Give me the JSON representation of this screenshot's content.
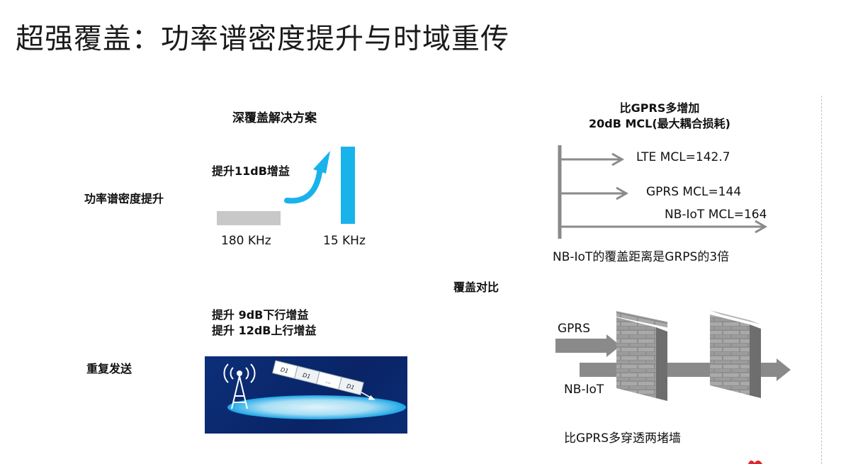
{
  "title": "超强覆盖：功率谱密度提升与时域重传",
  "left": {
    "psd_label": "功率谱密度提升",
    "deep_coverage_title": "深覆盖解决方案",
    "gain_label": "提升11dB增益",
    "bar_180": "180 KHz",
    "bar_15": "15 KHz",
    "repeat_label": "重复发送",
    "repeat_gain_1": "提升 9dB下行增益",
    "repeat_gain_2": "提升 12dB上行增益",
    "packets": [
      "D1",
      "D1",
      "...",
      "D1"
    ]
  },
  "right": {
    "mcl_title_1": "比GPRS多增加",
    "mcl_title_2": "20dB MCL(最大耦合损耗)",
    "lte": "LTE MCL=142.7",
    "gprs": "GPRS MCL=144",
    "nbiot": "NB-IoT MCL=164",
    "distance_note": "NB-IoT的覆盖距离是GRPS的3倍",
    "coverage_compare": "覆盖对比",
    "wall_gprs": "GPRS",
    "wall_nbiot": "NB-IoT",
    "wall_note": "比GPRS多穿透两堵墙"
  },
  "colors": {
    "accent_blue": "#19b3ec",
    "gray_bar": "#c8c8c8",
    "arrow_gray": "#8a8a8a",
    "panel_navy": "#0c2f7a",
    "brand_red": "#e0262c"
  }
}
